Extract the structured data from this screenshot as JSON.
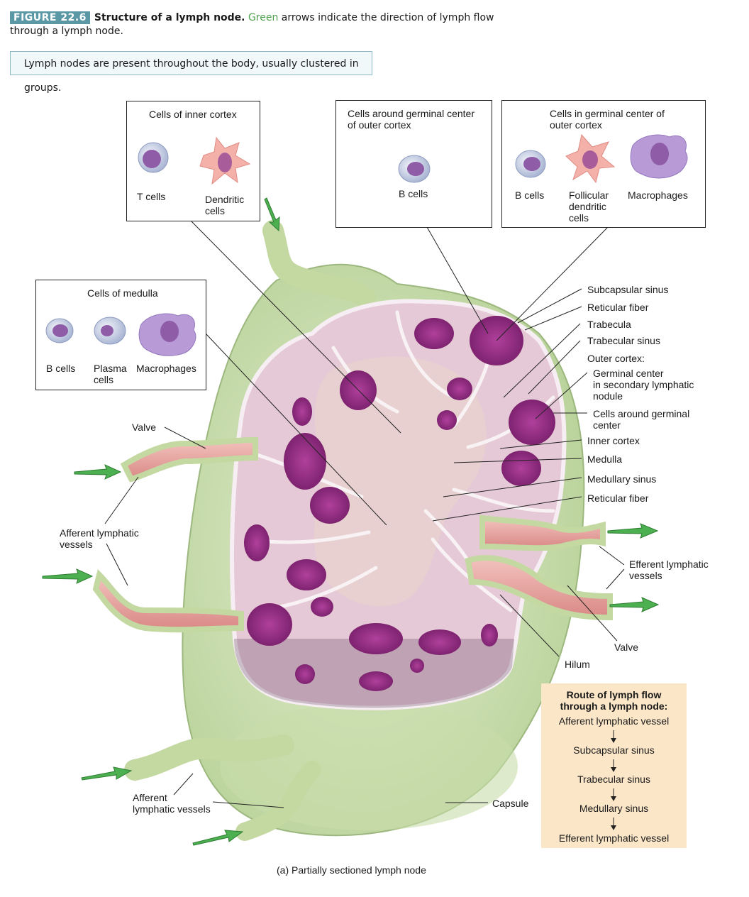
{
  "header": {
    "figure_tag": "FIGURE 22.6",
    "title": "Structure of a lymph node.",
    "caption_green": "Green",
    "caption_rest": " arrows indicate the direction of lymph flow through a lymph node.",
    "note": "Lymph nodes are present throughout the body, usually clustered in groups."
  },
  "boxes": {
    "inner_cortex": {
      "title": "Cells of inner cortex",
      "cells": [
        "T cells",
        "Dendritic\ncells"
      ]
    },
    "around_germinal": {
      "title": "Cells around germinal center\nof outer cortex",
      "cells": [
        "B cells"
      ]
    },
    "germinal_center": {
      "title": "Cells in germinal center of\nouter cortex",
      "cells": [
        "B cells",
        "Follicular\ndendritic\ncells",
        "Macrophages"
      ]
    },
    "medulla": {
      "title": "Cells of medulla",
      "cells": [
        "B cells",
        "Plasma\ncells",
        "Macrophages"
      ]
    }
  },
  "labels": {
    "right": [
      "Subcapsular sinus",
      "Reticular fiber",
      "Trabecula",
      "Trabecular sinus",
      "Outer cortex:",
      "Germinal center\nin secondary lymphatic\nnodule",
      "Cells around germinal\ncenter",
      "Inner cortex",
      "Medulla",
      "Medullary sinus",
      "Reticular fiber"
    ],
    "valve_left": "Valve",
    "afferent_left": "Afferent lymphatic\nvessels",
    "efferent": "Efferent lymphatic\nvessels",
    "valve_right": "Valve",
    "hilum": "Hilum",
    "afferent_bottom": "Afferent\nlymphatic vessels",
    "capsule": "Capsule",
    "subcaption": "(a) Partially sectioned lymph node"
  },
  "route": {
    "title": "Route of lymph flow\nthrough a lymph node:",
    "steps": [
      "Afferent lymphatic vessel",
      "Subcapsular sinus",
      "Trabecular sinus",
      "Medullary sinus",
      "Efferent lymphatic vessel"
    ]
  },
  "colors": {
    "capsule": "#cfe0b5",
    "tissue": "#e6c9d6",
    "nodule": "#9a2f86",
    "vessel": "#e8a3a0",
    "flow_arrow": "#4caf50",
    "route_bg": "#fbe6c8",
    "tag": "#5b98a6"
  }
}
